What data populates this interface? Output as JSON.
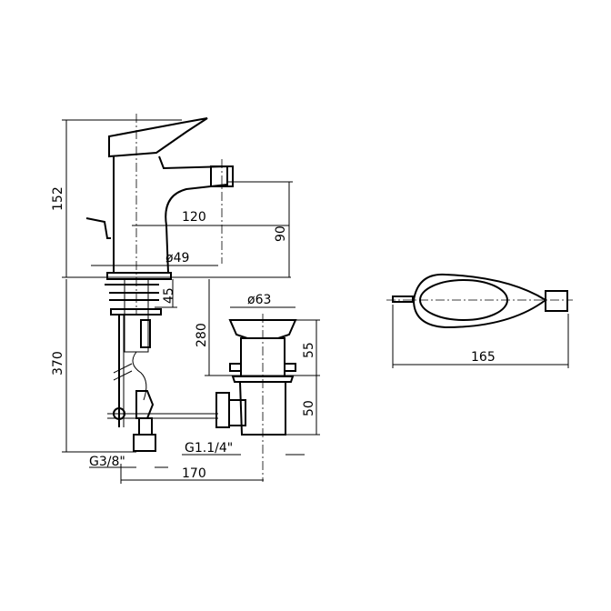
{
  "title": "Bidet mixer technical drawing",
  "dimensions": {
    "height_total": "152",
    "spout_reach": "120",
    "spout_height": "90",
    "base_diameter": "ø49",
    "deck_thickness": "45",
    "waste_diameter": "ø63",
    "waste_length": "280",
    "waste_upper": "55",
    "rod_length": "370",
    "waste_lower": "50",
    "supply_thread": "G3/8\"",
    "waste_thread": "G1.1/4\"",
    "rod_reach": "170",
    "top_view_length": "165"
  }
}
